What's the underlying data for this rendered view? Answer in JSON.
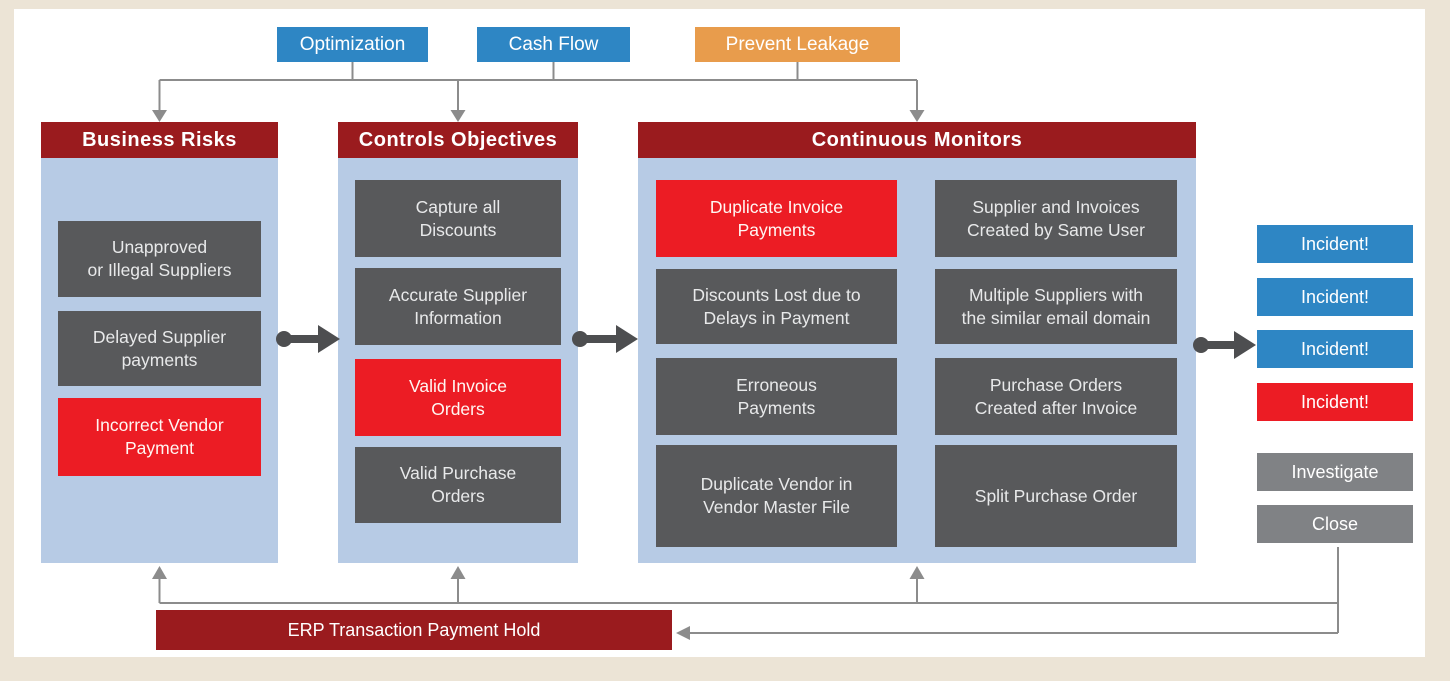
{
  "diagram": {
    "top_buttons": [
      {
        "label": "Optimization",
        "color": "blue"
      },
      {
        "label": "Cash Flow",
        "color": "blue"
      },
      {
        "label": "Prevent Leakage",
        "color": "orange"
      }
    ],
    "columns": {
      "business_risks": {
        "title": "Business Risks",
        "items": [
          {
            "label": "Unapproved\nor Illegal Suppliers",
            "variant": "gray"
          },
          {
            "label": "Delayed Supplier\npayments",
            "variant": "gray"
          },
          {
            "label": "Incorrect Vendor\nPayment",
            "variant": "red"
          }
        ]
      },
      "controls_objectives": {
        "title": "Controls Objectives",
        "items": [
          {
            "label": "Capture all\nDiscounts",
            "variant": "gray"
          },
          {
            "label": "Accurate Supplier\nInformation",
            "variant": "gray"
          },
          {
            "label": "Valid Invoice\nOrders",
            "variant": "red"
          },
          {
            "label": "Valid Purchase\nOrders",
            "variant": "gray"
          }
        ]
      },
      "continuous_monitors": {
        "title": "Continuous Monitors",
        "left_items": [
          {
            "label": "Duplicate Invoice\nPayments",
            "variant": "red"
          },
          {
            "label": "Discounts Lost due to\nDelays in Payment",
            "variant": "gray"
          },
          {
            "label": "Erroneous\nPayments",
            "variant": "gray"
          },
          {
            "label": "Duplicate Vendor in\nVendor Master File",
            "variant": "gray"
          }
        ],
        "right_items": [
          {
            "label": "Supplier and Invoices\nCreated by Same User",
            "variant": "gray"
          },
          {
            "label": "Multiple Suppliers with\nthe similar email domain",
            "variant": "gray"
          },
          {
            "label": "Purchase Orders\nCreated after Invoice",
            "variant": "gray"
          },
          {
            "label": "Split Purchase Order",
            "variant": "gray"
          }
        ]
      }
    },
    "outcomes": {
      "incidents": [
        {
          "label": "Incident!",
          "variant": "blue"
        },
        {
          "label": "Incident!",
          "variant": "blue"
        },
        {
          "label": "Incident!",
          "variant": "blue"
        },
        {
          "label": "Incident!",
          "variant": "red"
        }
      ],
      "actions": [
        {
          "label": "Investigate"
        },
        {
          "label": "Close"
        }
      ]
    },
    "erp_hold": {
      "label": "ERP Transaction Payment Hold"
    },
    "colors": {
      "blue": "#2E86C4",
      "orange": "#E89C4C",
      "dark_red": "#9A1B1E",
      "bright_red": "#EC1C24",
      "dark_gray": "#58595B",
      "medium_gray": "#808285",
      "column_blue": "#B7CBE5",
      "connector_gray": "#8C8C8C",
      "arrow_dark": "#4D4E50",
      "page_border_beige": "#ECE4D6"
    }
  }
}
